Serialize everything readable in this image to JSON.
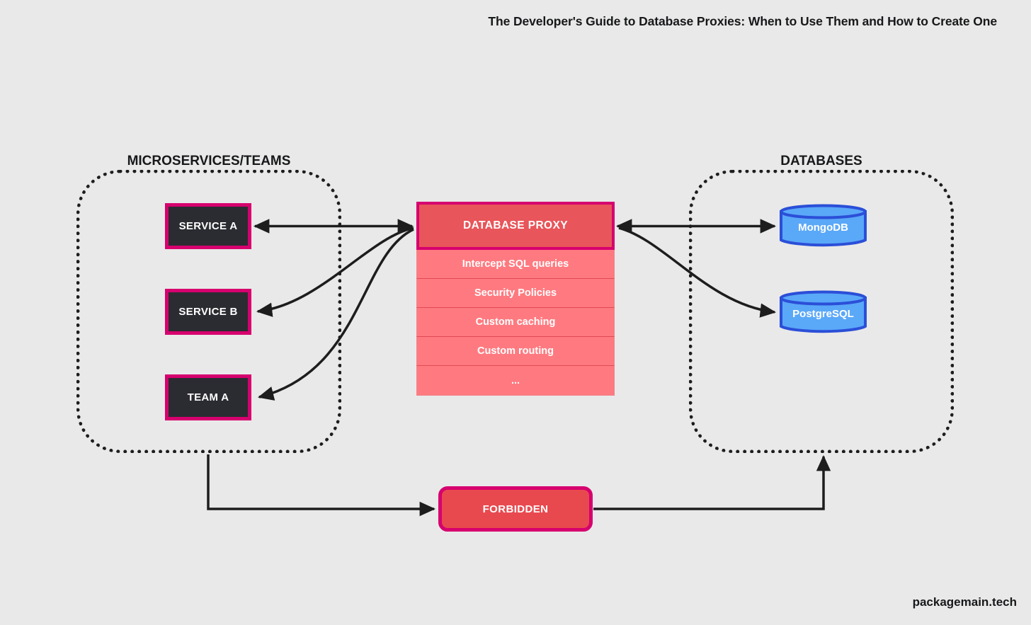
{
  "page": {
    "title": "The Developer's Guide to Database Proxies: When to Use Them and How to Create One",
    "footer": "packagemain.tech",
    "background_color": "#e9e9e9"
  },
  "colors": {
    "accent_magenta": "#d6006e",
    "proxy_header_fill": "#e8555a",
    "proxy_row_fill": "#ff7a80",
    "node_dark_fill": "#2b2c31",
    "db_fill": "#5aa8f8",
    "db_border": "#2b4fd8",
    "forbidden_fill": "#e8494f",
    "connector_stroke": "#1d1d1d"
  },
  "groups": [
    {
      "id": "microservices",
      "label": "MICROSERVICES/TEAMS"
    },
    {
      "id": "databases",
      "label": "DATABASES"
    }
  ],
  "clients": [
    {
      "id": "service-a",
      "label": "SERVICE A"
    },
    {
      "id": "service-b",
      "label": "SERVICE B"
    },
    {
      "id": "team-a",
      "label": "TEAM A"
    }
  ],
  "proxy": {
    "header": "DATABASE PROXY",
    "features": [
      "Intercept SQL queries",
      "Security Policies",
      "Custom caching",
      "Custom routing",
      "..."
    ]
  },
  "databases": [
    {
      "id": "mongodb",
      "label": "MongoDB"
    },
    {
      "id": "postgresql",
      "label": "PostgreSQL"
    }
  ],
  "forbidden": {
    "label": "FORBIDDEN"
  }
}
